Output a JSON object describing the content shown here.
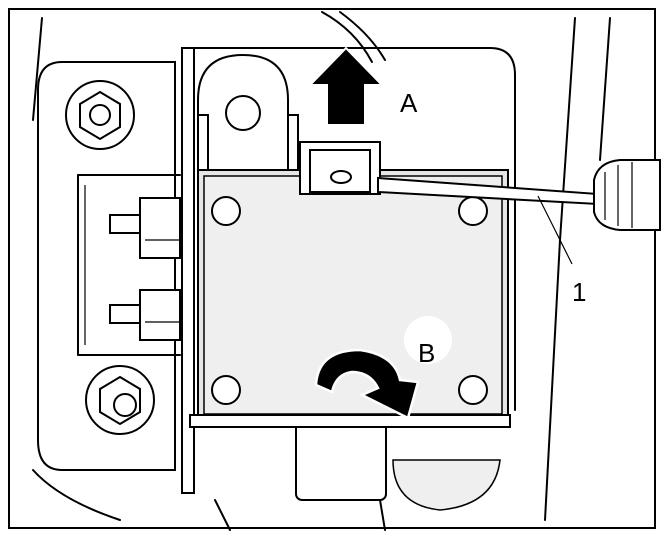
{
  "figure": {
    "callouts": {
      "a": "A",
      "b": "B",
      "one": "1"
    },
    "colors": {
      "line": "#000000",
      "module_fill": "#e6e6e6",
      "background": "#ffffff"
    },
    "icons": [
      "nut-icon",
      "arrow-up-icon",
      "curved-arrow-icon",
      "screwdriver-icon"
    ]
  }
}
